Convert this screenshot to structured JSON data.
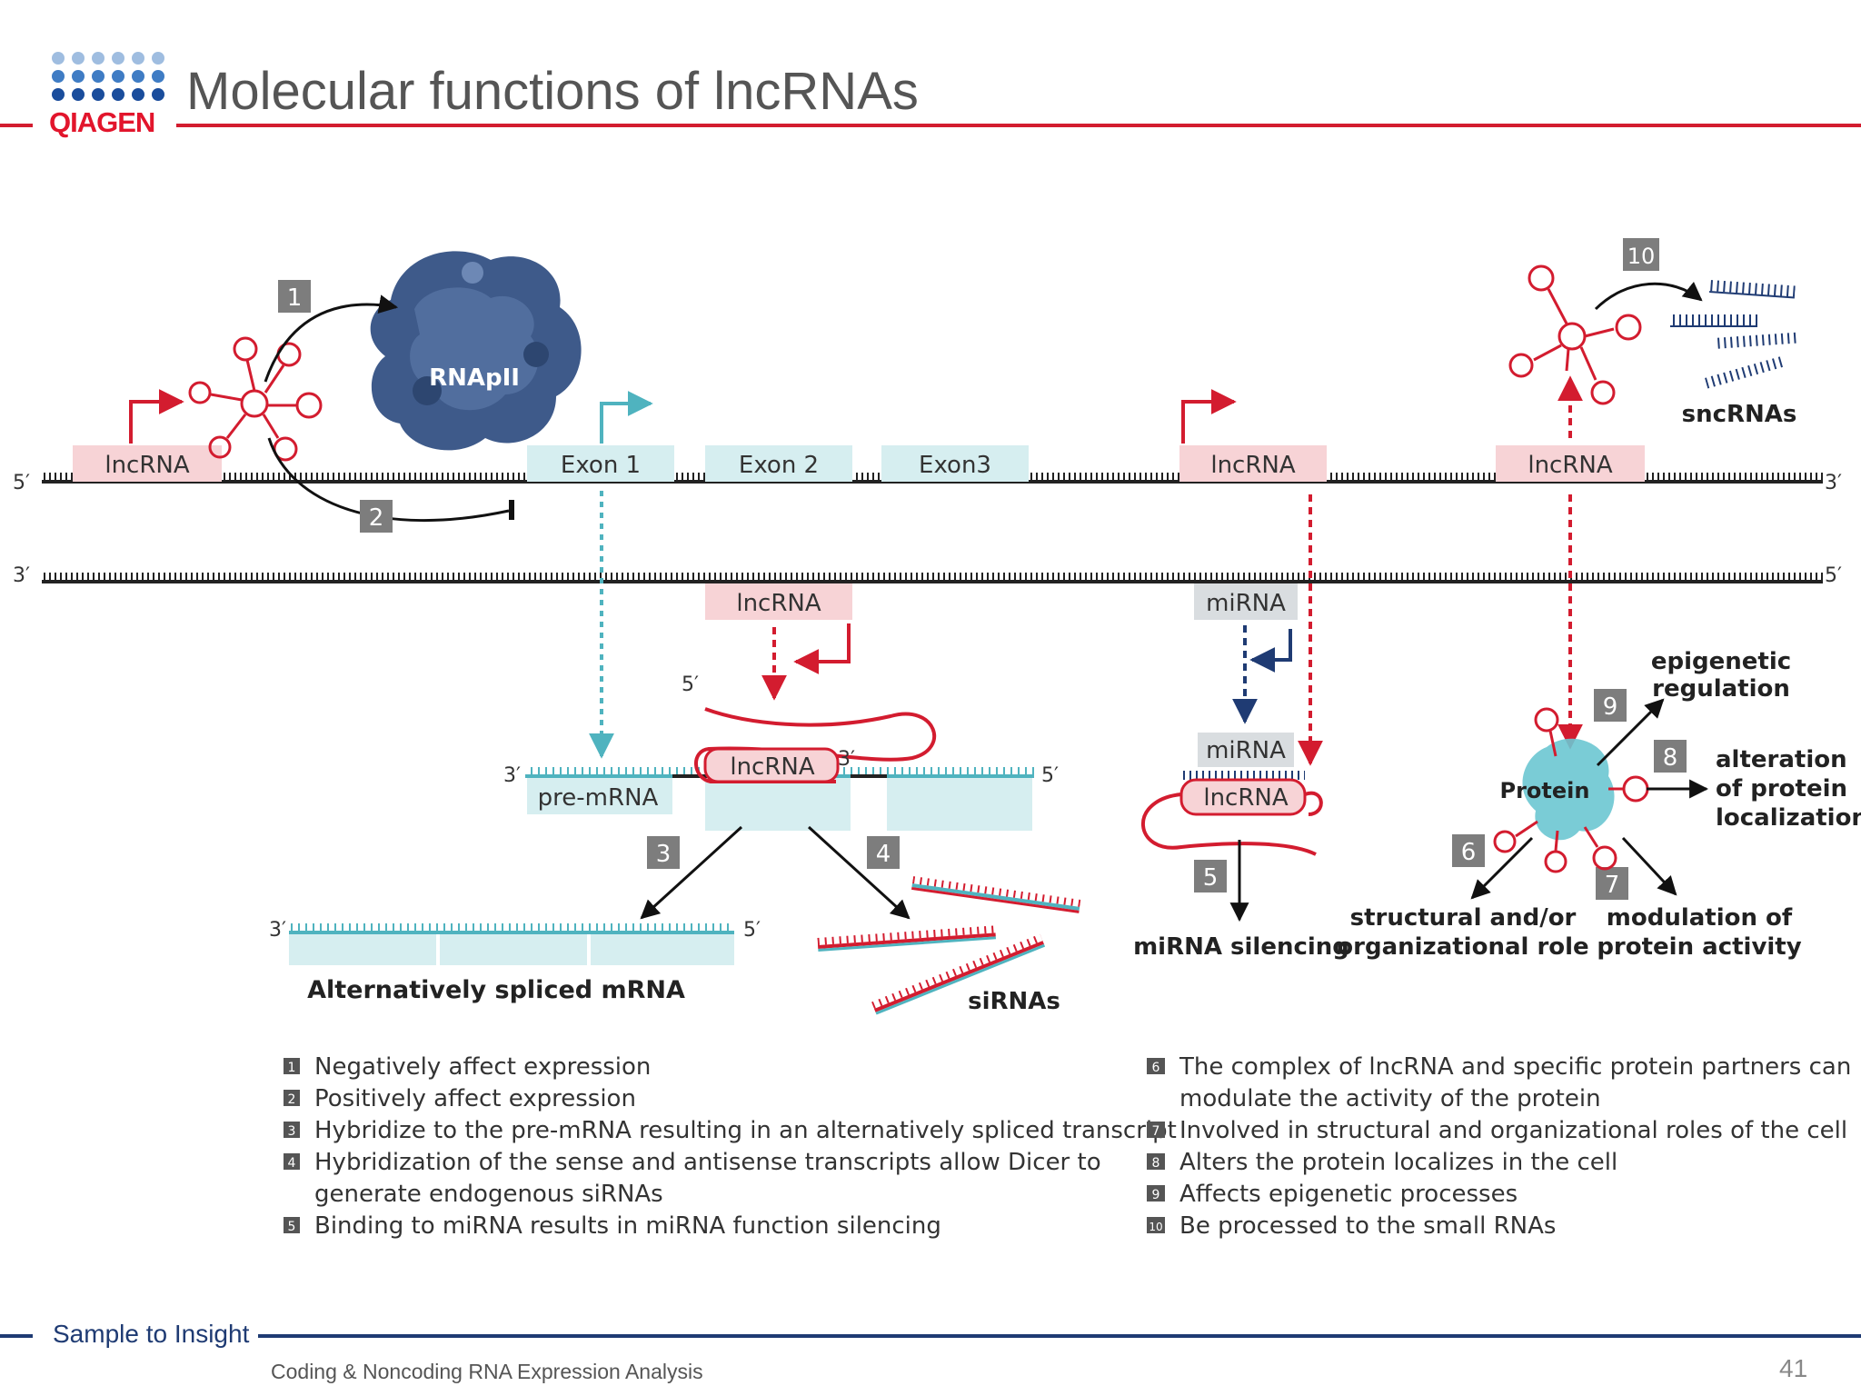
{
  "header": {
    "logo_text": "QIAGEN",
    "title": "Molecular functions of lncRNAs"
  },
  "diagram": {
    "strand_top_left": "5′",
    "strand_top_right": "3′",
    "strand_bottom_left": "3′",
    "strand_bottom_right": "5′",
    "rnapii": "RNApII",
    "boxes": {
      "lncrna_left": "lncRNA",
      "exon1": "Exon 1",
      "exon2": "Exon 2",
      "exon3": "Exon3",
      "lncrna_mid": "lncRNA",
      "lncrna_right": "lncRNA",
      "lncrna_antisense": "lncRNA",
      "mirna_antisense": "miRNA",
      "premrna": "pre-mRNA",
      "lncrna_hairpin": "lncRNA",
      "mirna_bound": "miRNA",
      "lncrna_bound": "lncRNA"
    },
    "end_labels": {
      "premrna_3": "3′",
      "premrna_5": "5′",
      "hairpin_5": "5′",
      "hairpin_3": "3′",
      "mrna_3": "3′",
      "mrna_5": "5′"
    },
    "steps": [
      "1",
      "2",
      "3",
      "4",
      "5",
      "6",
      "7",
      "8",
      "9",
      "10"
    ],
    "labels": {
      "alt_spliced": "Alternatively spliced mRNA",
      "sirnas": "siRNAs",
      "mirna_silencing": "miRNA silencing",
      "structural_1": "structural and/or",
      "structural_2": "organizational role",
      "modulation_1": "modulation of",
      "modulation_2": "protein activity",
      "epigenetic_1": "epigenetic",
      "epigenetic_2": "regulation",
      "alteration_1": "alteration",
      "alteration_2": "of protein",
      "alteration_3": "localization",
      "protein": "Protein",
      "sncrnas": "sncRNAs"
    },
    "legend_left": [
      {
        "num": "1",
        "text": "Negatively affect expression"
      },
      {
        "num": "2",
        "text": "Positively affect expression"
      },
      {
        "num": "3",
        "text": "Hybridize to the pre-mRNA resulting in an alternatively spliced transcript"
      },
      {
        "num": "4",
        "text": "Hybridization of the sense and antisense transcripts allow Dicer to"
      },
      {
        "num": "",
        "text": "generate endogenous siRNAs"
      },
      {
        "num": "5",
        "text": "Binding to miRNA results in miRNA function silencing"
      }
    ],
    "legend_right": [
      {
        "num": "6",
        "text": "The complex of lncRNA and specific protein partners can"
      },
      {
        "num": "",
        "text": "modulate the activity of the protein"
      },
      {
        "num": "7",
        "text": "Involved in structural and organizational roles of the cell"
      },
      {
        "num": "8",
        "text": "Alters the protein localizes in the cell"
      },
      {
        "num": "9",
        "text": "Affects epigenetic processes"
      },
      {
        "num": "10",
        "text": "Be processed to the small RNAs"
      }
    ]
  },
  "footer": {
    "tagline": "Sample to Insight",
    "footnote": "Coding & Noncoding RNA Expression Analysis",
    "page_number": "41"
  },
  "colors": {
    "red": "#d31c2f",
    "navy": "#1f3b73",
    "teal": "#4fb3bf",
    "pink_box": "#f7d3d6",
    "teal_box": "#d6eef0",
    "grey_box": "#d9dde0",
    "step_box": "#7d7d7d",
    "rnapii": "#3e5a8a"
  }
}
